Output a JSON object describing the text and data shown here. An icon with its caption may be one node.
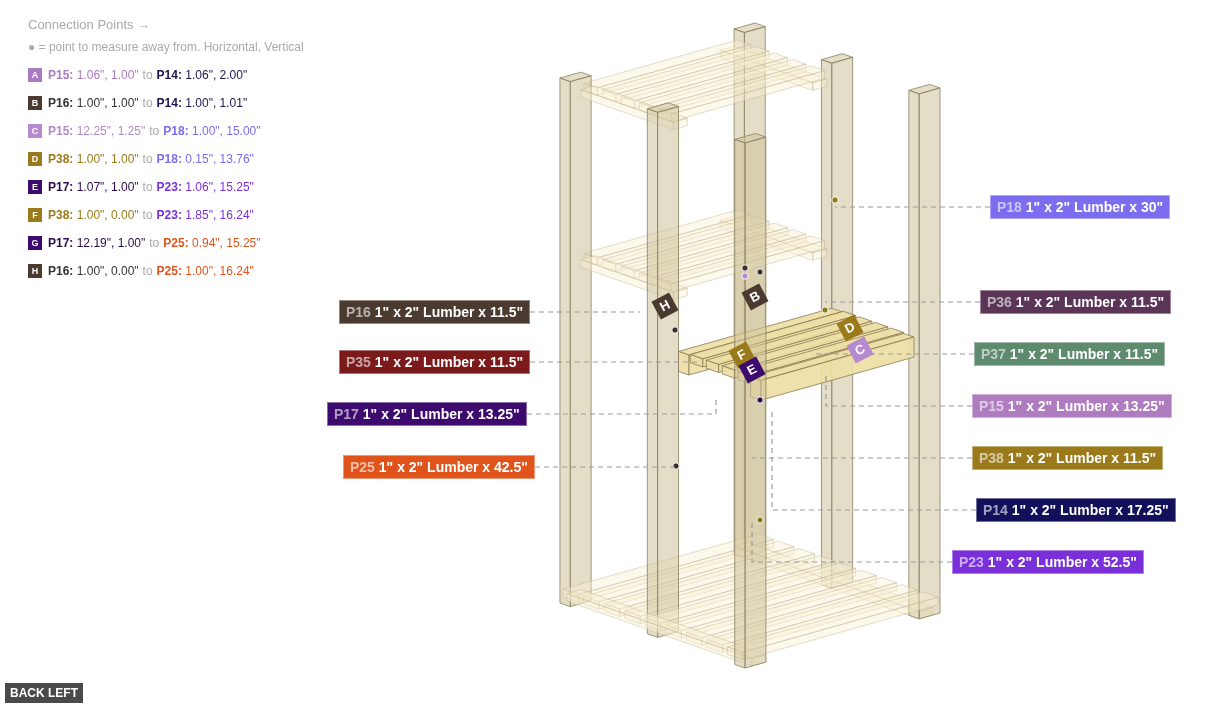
{
  "diagram": {
    "nodes": [
      {
        "text": [
          "P18",
          "1\" x 2\" Lumber x 30\""
        ]
      },
      {
        "text": [
          "P36",
          "1\" x 2\" Lumber x 11.5\""
        ]
      },
      {
        "text": [
          "P16",
          "1\" x 2\" Lumber x 11.5\""
        ]
      },
      {
        "text": [
          "P37",
          "1\" x 2\" Lumber x 11.5\""
        ]
      },
      {
        "text": [
          "P35",
          "1\" x 2\" Lumber x 11.5\""
        ]
      },
      {
        "text": [
          "P15",
          "1\" x 2\" Lumber x 13.25\""
        ]
      },
      {
        "text": [
          "P17",
          "1\" x 2\" Lumber x 13.25\""
        ]
      },
      {
        "text": [
          "P38",
          "1\" x 2\" Lumber x 11.5\""
        ]
      },
      {
        "text": [
          "P25",
          "1\" x 2\" Lumber x 42.5\""
        ]
      },
      {
        "text": [
          "P14",
          "1\" x 2\" Lumber x 17.25\""
        ]
      },
      {
        "text": [
          "P23",
          "1\" x 2\" Lumber x 52.5\""
        ]
      }
    ],
    "edges": [
      {
        "from": 0,
        "to": null,
        "arrow": "none"
      },
      {
        "from": 1,
        "to": null,
        "arrow": "none"
      },
      {
        "from": 2,
        "to": null,
        "arrow": "none"
      },
      {
        "from": 3,
        "to": null,
        "arrow": "none"
      },
      {
        "from": 4,
        "to": null,
        "arrow": "none"
      },
      {
        "from": 5,
        "to": null,
        "arrow": "none"
      },
      {
        "from": 6,
        "to": null,
        "arrow": "none"
      },
      {
        "from": 7,
        "to": null,
        "arrow": "none"
      },
      {
        "from": 8,
        "to": null,
        "arrow": "none"
      },
      {
        "from": 9,
        "to": null,
        "arrow": "none"
      },
      {
        "from": 10,
        "to": null,
        "arrow": "none"
      }
    ],
    "labels": [
      "Connection Points →",
      "● = point to measure away from. Horizontal, Vertical",
      "A",
      "**P15:** 1.06\", 1.00\"",
      "to",
      "**P14:** 1.06\", 2.00\"",
      "B",
      "**P16:** 1.00\", 1.00\"",
      "to",
      "**P14:** 1.00\", 1.01\"",
      "C",
      "**P15:** 12.25\", 1.25\"",
      "to",
      "**P18:** 1.00\", 15.00\"",
      "D",
      "**P38:** 1.00\", 1.00\"",
      "to",
      "**P18:** 0.15\", 13.76\"",
      "E",
      "**P17:** 1.07\", 1.00\"",
      "to",
      "**P23:** 1.06\", 15.25\"",
      "F",
      "**P38:** 1.00\", 0.00\"",
      "to",
      "**P23:** 1.85\", 16.24\"",
      "G",
      "**P17:** 12.19\", 1.00\"",
      "to",
      "**P25:** 0.94\", 15.25\"",
      "H",
      "**P16:** 1.00\", 0.00\"",
      "to",
      "**P25:** 1.00\", 16.24\"",
      "B",
      "H",
      "D",
      "F",
      "C",
      "E",
      "BACK LEFT"
    ]
  }
}
